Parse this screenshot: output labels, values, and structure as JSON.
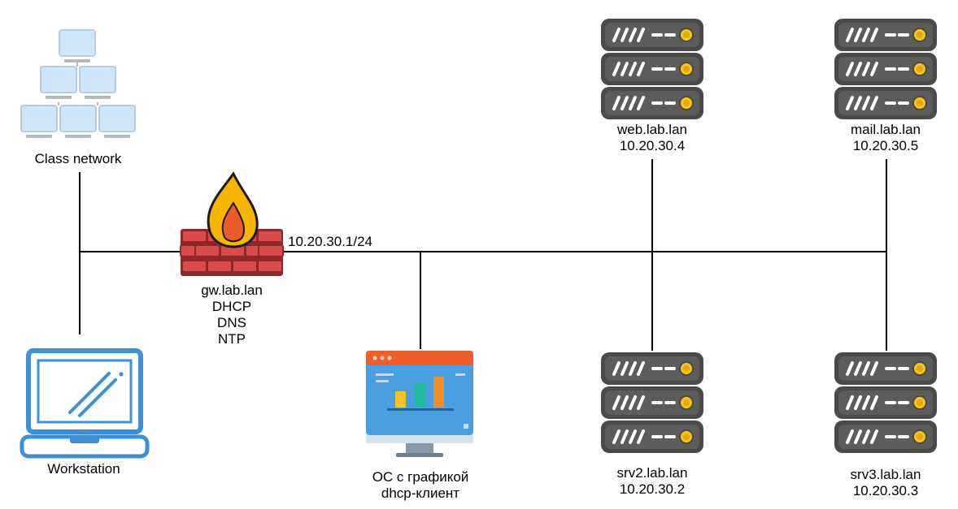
{
  "nodes": {
    "class_network": {
      "label": "Class network"
    },
    "workstation": {
      "label": "Workstation"
    },
    "gateway": {
      "lines": [
        "gw.lab.lan",
        "DHCP",
        "DNS",
        "NTP"
      ]
    },
    "gateway_ip": "10.20.30.1/24",
    "gui_client": {
      "lines": [
        "ОС с графикой",
        "dhcp-клиент"
      ]
    },
    "web": {
      "lines": [
        "web.lab.lan",
        "10.20.30.4"
      ]
    },
    "mail": {
      "lines": [
        "mail.lab.lan",
        "10.20.30.5"
      ]
    },
    "srv2": {
      "lines": [
        "srv2.lab.lan",
        "10.20.30.2"
      ]
    },
    "srv3": {
      "lines": [
        "srv3.lab.lan",
        "10.20.30.3"
      ]
    }
  },
  "colors": {
    "line": "#000000",
    "server_body": "#4a4a4a",
    "server_face": "#5c5c5c",
    "server_led": "#f5c518",
    "brick": "#d94a4a",
    "flame_outer": "#f7b500",
    "flame_inner": "#e85d2a",
    "laptop": "#3d8fd8",
    "monitor_bar": "#f25c2a",
    "monitor_screen": "#4a9fe0",
    "pc_screen": "#cfe6fa"
  },
  "icons": [
    "network-tree-icon",
    "laptop-icon",
    "firewall-icon",
    "monitor-chart-icon",
    "server-rack-icon"
  ]
}
